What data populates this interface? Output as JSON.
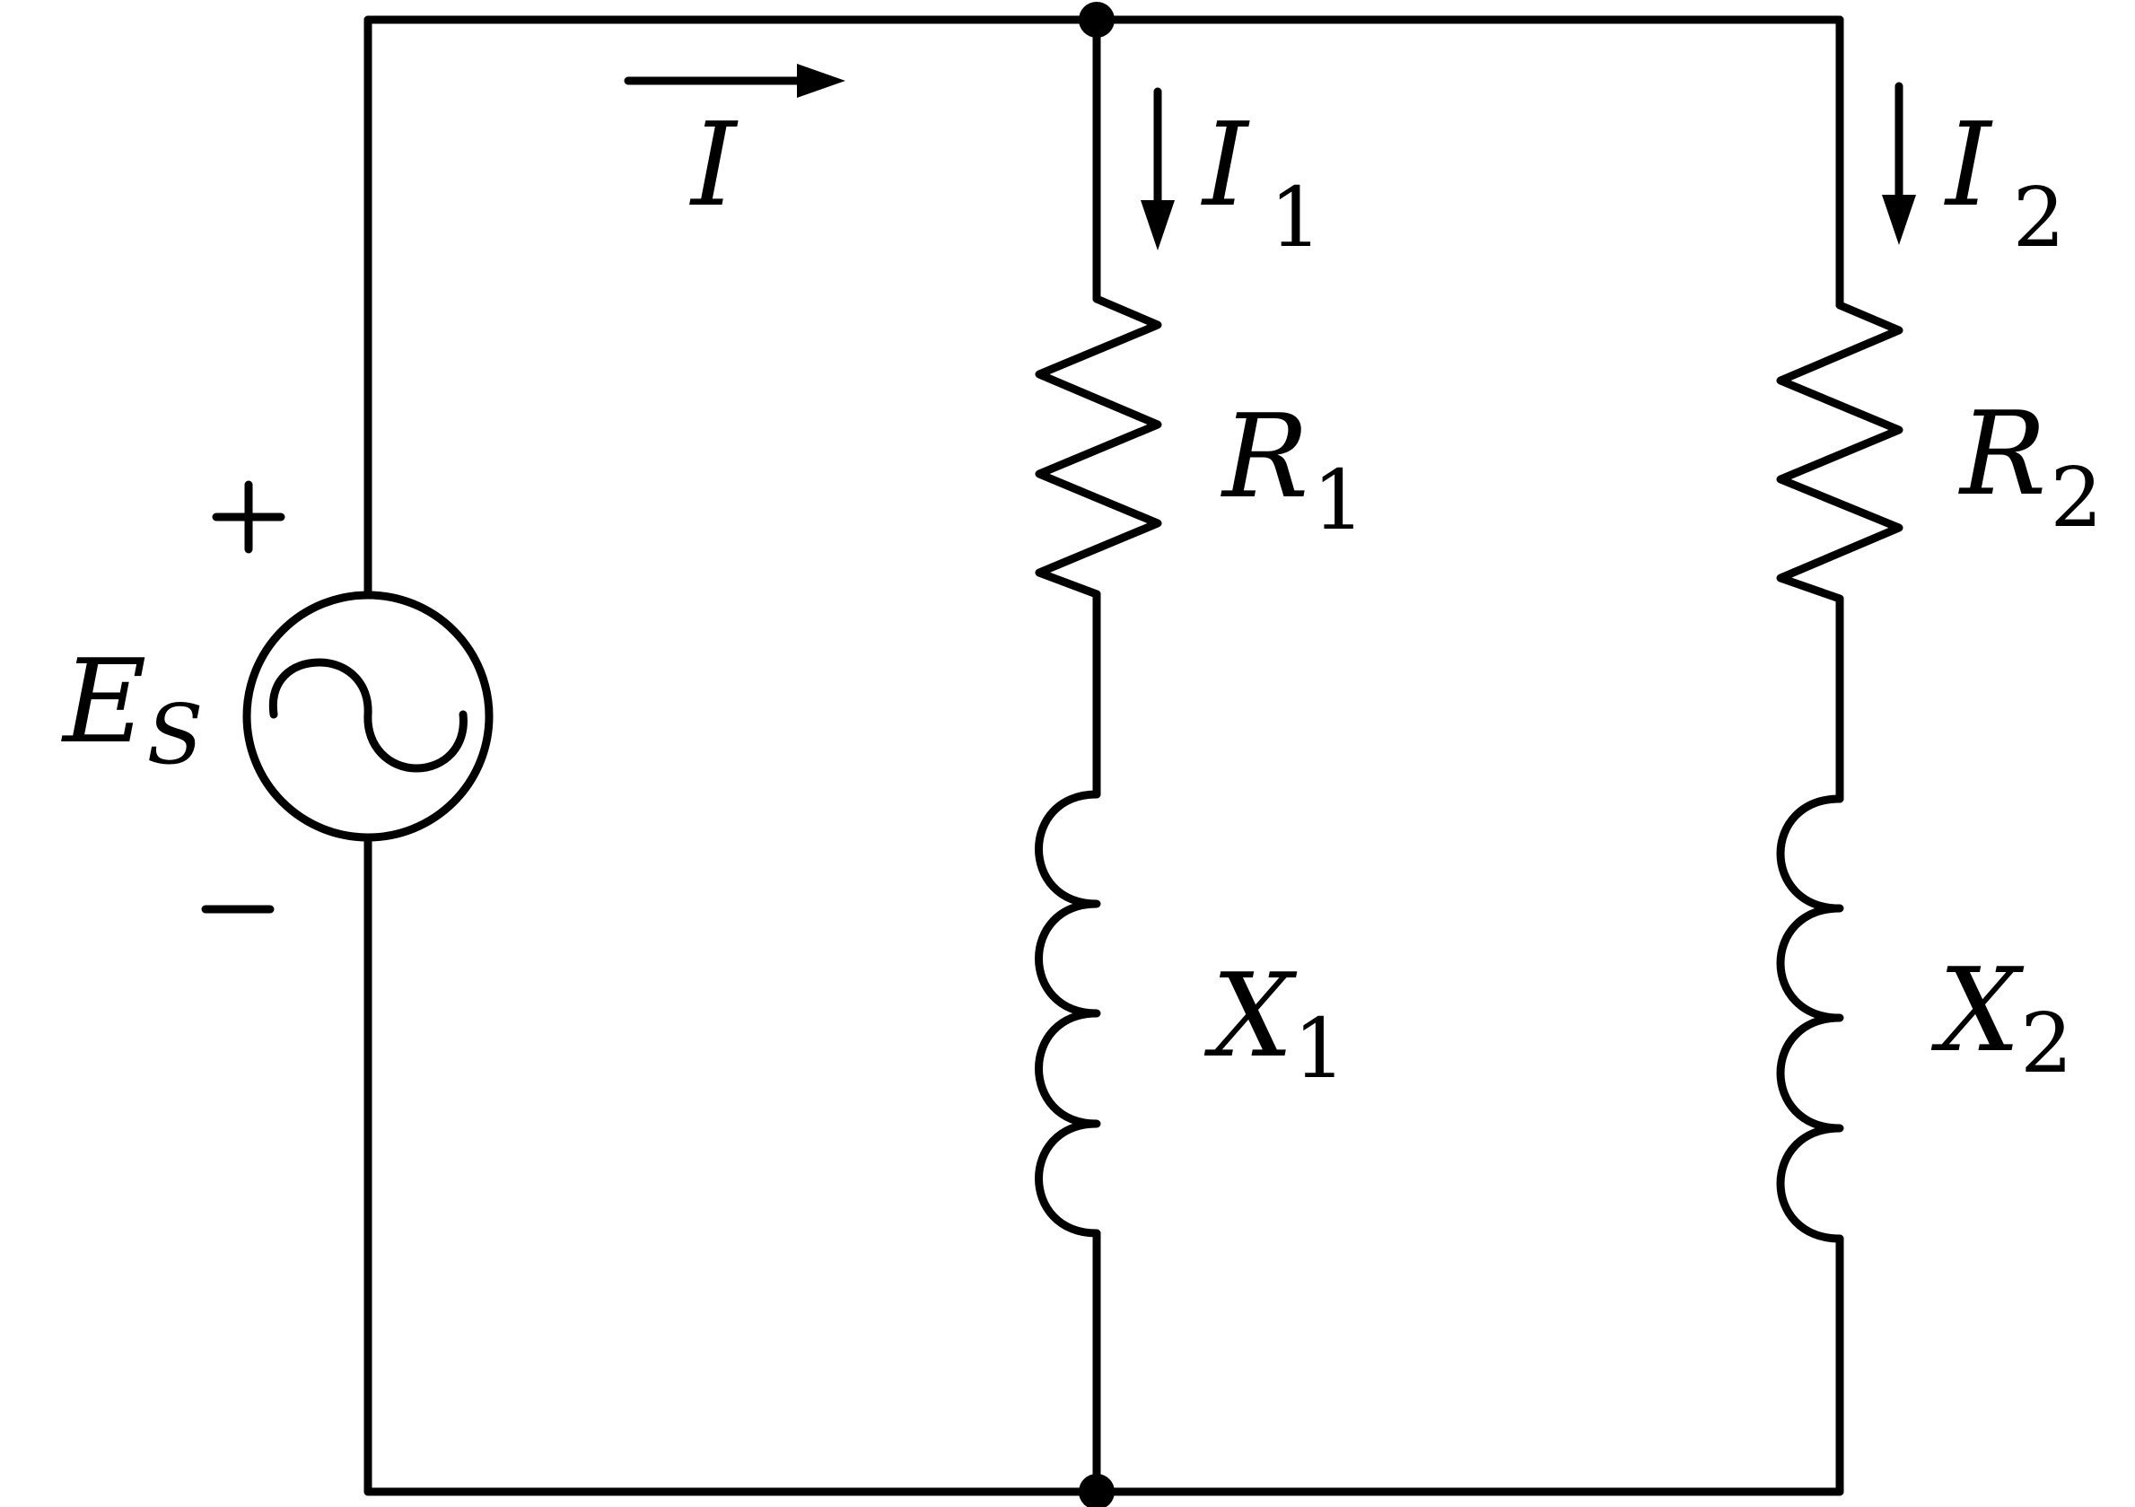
{
  "diagram": {
    "source": {
      "symbol": "E",
      "subscript": "S",
      "plus": "+",
      "minus": "−"
    },
    "currents": {
      "total": {
        "symbol": "I",
        "subscript": ""
      },
      "branch1": {
        "symbol": "I",
        "subscript": "1"
      },
      "branch2": {
        "symbol": "I",
        "subscript": "2"
      }
    },
    "components": {
      "r1": {
        "symbol": "R",
        "subscript": "1"
      },
      "r2": {
        "symbol": "R",
        "subscript": "2"
      },
      "x1": {
        "symbol": "X",
        "subscript": "1"
      },
      "x2": {
        "symbol": "X",
        "subscript": "2"
      }
    },
    "colors": {
      "stroke": "#000000",
      "background": "#ffffff"
    }
  }
}
